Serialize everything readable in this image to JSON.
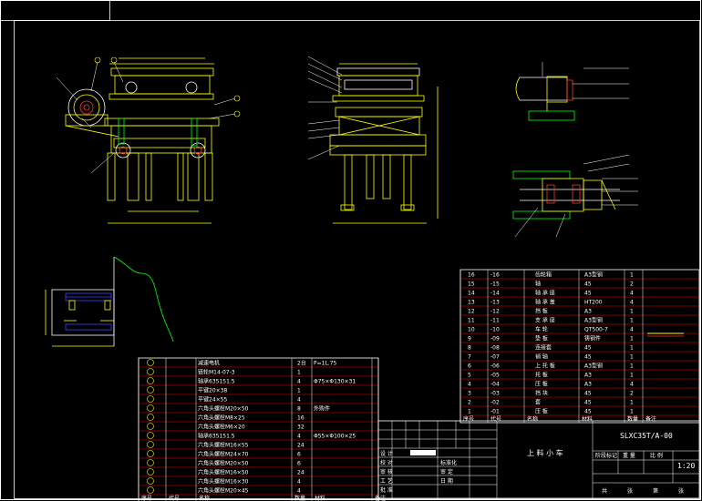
{
  "drawing": {
    "number": "SLXC35T/A-00",
    "scale": "1:20",
    "assembly_name": "上 料 小 车"
  },
  "colors": {
    "background": "#000000",
    "outline": "#ffffff",
    "geometry": "#ffff00",
    "table_lines": "#ff0000",
    "section": "#00ff00",
    "hidden": "#4040ff",
    "balloon": "#ffff00"
  },
  "right_bom": {
    "header": [
      "序号",
      "代号",
      "名称",
      "材料",
      "数量",
      "备注"
    ],
    "rows": [
      {
        "no": "16",
        "code": "-16",
        "name": "齿轮箱",
        "material": "A3型钢",
        "qty": "1"
      },
      {
        "no": "15",
        "code": "-15",
        "name": "轴",
        "material": "45",
        "qty": "2"
      },
      {
        "no": "14",
        "code": "-14",
        "name": "轴 承 座",
        "material": "45",
        "qty": "4"
      },
      {
        "no": "13",
        "code": "-13",
        "name": "轴 承 盖",
        "material": "HT200",
        "qty": "4"
      },
      {
        "no": "12",
        "code": "-12",
        "name": "挡 板",
        "material": "A3",
        "qty": "1"
      },
      {
        "no": "11",
        "code": "-11",
        "name": "支 承 座",
        "material": "A3型钢",
        "qty": "1"
      },
      {
        "no": "10",
        "code": "-10",
        "name": "车 轮",
        "material": "QT500-7",
        "qty": "4"
      },
      {
        "no": "9",
        "code": "-09",
        "name": "垫 板",
        "material": "铸钢件",
        "qty": "1"
      },
      {
        "no": "8",
        "code": "-08",
        "name": "连接套",
        "material": "45",
        "qty": "1"
      },
      {
        "no": "7",
        "code": "-07",
        "name": "销 轴",
        "material": "45",
        "qty": "1"
      },
      {
        "no": "6",
        "code": "-06",
        "name": "上 托 板",
        "material": "A3型钢",
        "qty": "1"
      },
      {
        "no": "5",
        "code": "-05",
        "name": "托 板",
        "material": "A3",
        "qty": "1"
      },
      {
        "no": "4",
        "code": "-04",
        "name": "压 板",
        "material": "A3",
        "qty": "4"
      },
      {
        "no": "3",
        "code": "-03",
        "name": "挡 块",
        "material": "45",
        "qty": "2"
      },
      {
        "no": "2",
        "code": "-02",
        "name": "套",
        "material": "45",
        "qty": "1"
      },
      {
        "no": "1",
        "code": "-01",
        "name": "压 板",
        "material": "45",
        "qty": "1"
      }
    ]
  },
  "left_bom": {
    "header": [
      "序号",
      "代号",
      "名称",
      "数量",
      "材料",
      "备注"
    ],
    "rows": [
      {
        "name": "减速电机",
        "qty": "2台",
        "spec": "P=1L.75"
      },
      {
        "name": "链轮M14-07-3",
        "qty": "1",
        "spec": ""
      },
      {
        "name": "轴承635151.5",
        "qty": "4",
        "spec": "Φ75×Φ130×31"
      },
      {
        "name": "平键20×38",
        "qty": "1",
        "spec": ""
      },
      {
        "name": "平键24×55",
        "qty": "4",
        "spec": ""
      },
      {
        "name": "六角头螺栓M20×50",
        "qty": "8",
        "spec": "外购件"
      },
      {
        "name": "六角头螺栓M8×25",
        "qty": "16",
        "spec": ""
      },
      {
        "name": "六角头螺栓M6×20",
        "qty": "32",
        "spec": ""
      },
      {
        "name": "轴承635151.5",
        "qty": "4",
        "spec": "Φ55×Φ100×25"
      },
      {
        "name": "六角头螺栓M16×55",
        "qty": "24",
        "spec": ""
      },
      {
        "name": "六角头螺栓M24×70",
        "qty": "6",
        "spec": ""
      },
      {
        "name": "六角头螺栓M20×50",
        "qty": "6",
        "spec": ""
      },
      {
        "name": "六角头螺栓M16×50",
        "qty": "24",
        "spec": ""
      },
      {
        "name": "六角头螺栓M16×30",
        "qty": "4",
        "spec": ""
      },
      {
        "name": "六角头螺栓M20×45",
        "qty": "4",
        "spec": ""
      }
    ]
  },
  "title_block": {
    "row_labels": [
      "设 计",
      "校 对",
      "审 核",
      "工 艺",
      "批 准"
    ],
    "right_labels": [
      "标准化",
      "审 定",
      "日 期"
    ],
    "meta_header": [
      "阶段标记",
      "重 量",
      "比 例"
    ],
    "bottom_labels": [
      "共",
      "张",
      "第",
      "张"
    ]
  }
}
